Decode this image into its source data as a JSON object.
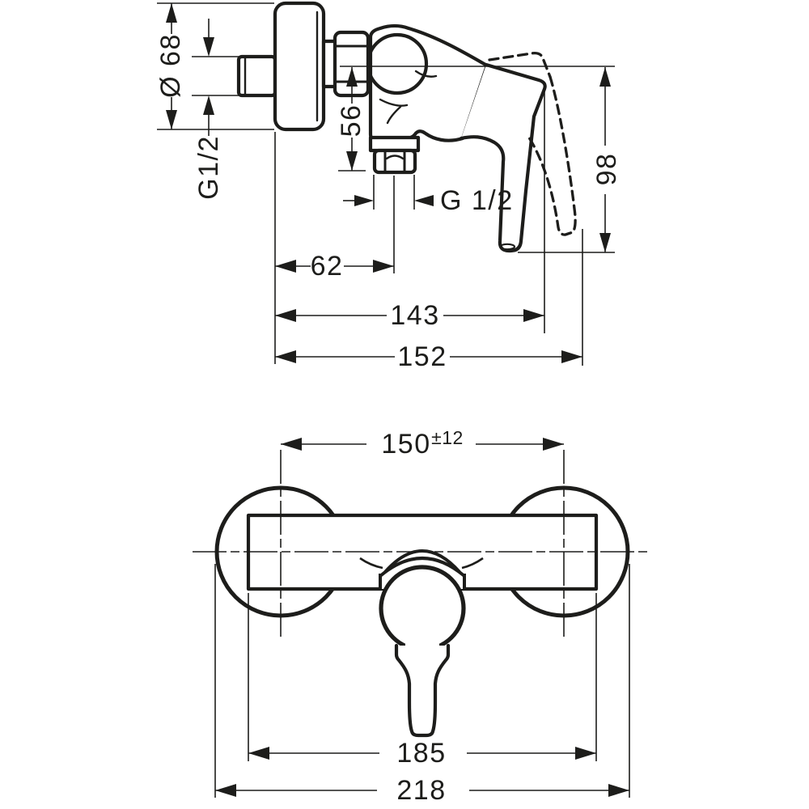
{
  "drawing": {
    "kind": "shower-mixer-installation-dimension-drawing",
    "colors": {
      "ink": "#1d1d1b",
      "background": "#ffffff"
    },
    "side_view": {
      "dimensions": {
        "escutcheon_diameter": "Ø 68",
        "supply_thread": "G1/2",
        "outlet_drop": "56",
        "outlet_thread": "G 1/2",
        "outlet_offset": "62",
        "depth_handle_closed": "143",
        "depth_handle_open": "152",
        "handle_height": "98"
      }
    },
    "front_view": {
      "dimensions": {
        "connection_spacing": "150",
        "connection_tolerance": "±12",
        "body_width": "185",
        "overall_width": "218"
      }
    }
  }
}
